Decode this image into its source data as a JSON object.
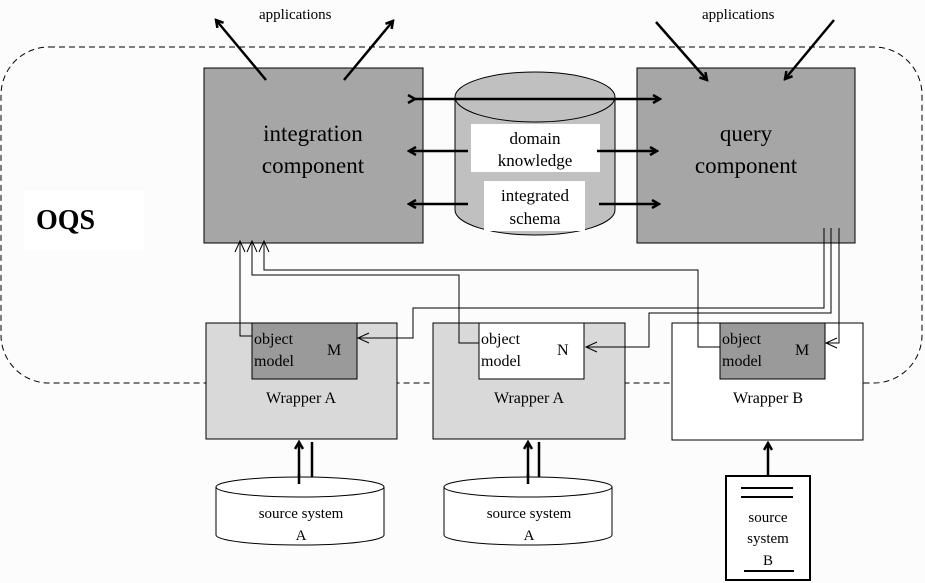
{
  "diagram": {
    "system_label": "OQS",
    "applications_left": "applications",
    "applications_right": "applications",
    "integration_component": [
      "integration",
      "component"
    ],
    "query_component": [
      "query",
      "component"
    ],
    "repository": {
      "domain_knowledge": [
        "domain",
        "knowledge"
      ],
      "integrated_schema": [
        "integrated",
        "schema"
      ]
    },
    "wrappers": [
      {
        "label": "Wrapper A",
        "object_model": [
          "object",
          "model"
        ],
        "model_letter": "M",
        "source": [
          "source system",
          "A"
        ]
      },
      {
        "label": "Wrapper A",
        "object_model": [
          "object",
          "model"
        ],
        "model_letter": "N",
        "source": [
          "source system",
          "A"
        ]
      },
      {
        "label": "Wrapper B",
        "object_model": [
          "object",
          "model"
        ],
        "model_letter": "M",
        "source": [
          "source",
          "system",
          "B"
        ]
      }
    ],
    "colors": {
      "component_fill": "#a6a6a6",
      "repository_fill": "#c0c0c0",
      "wrapper_a_fill": "#d9d9d9",
      "object_model_dark": "#9a9a9a",
      "background": "#fcfcfc"
    }
  }
}
